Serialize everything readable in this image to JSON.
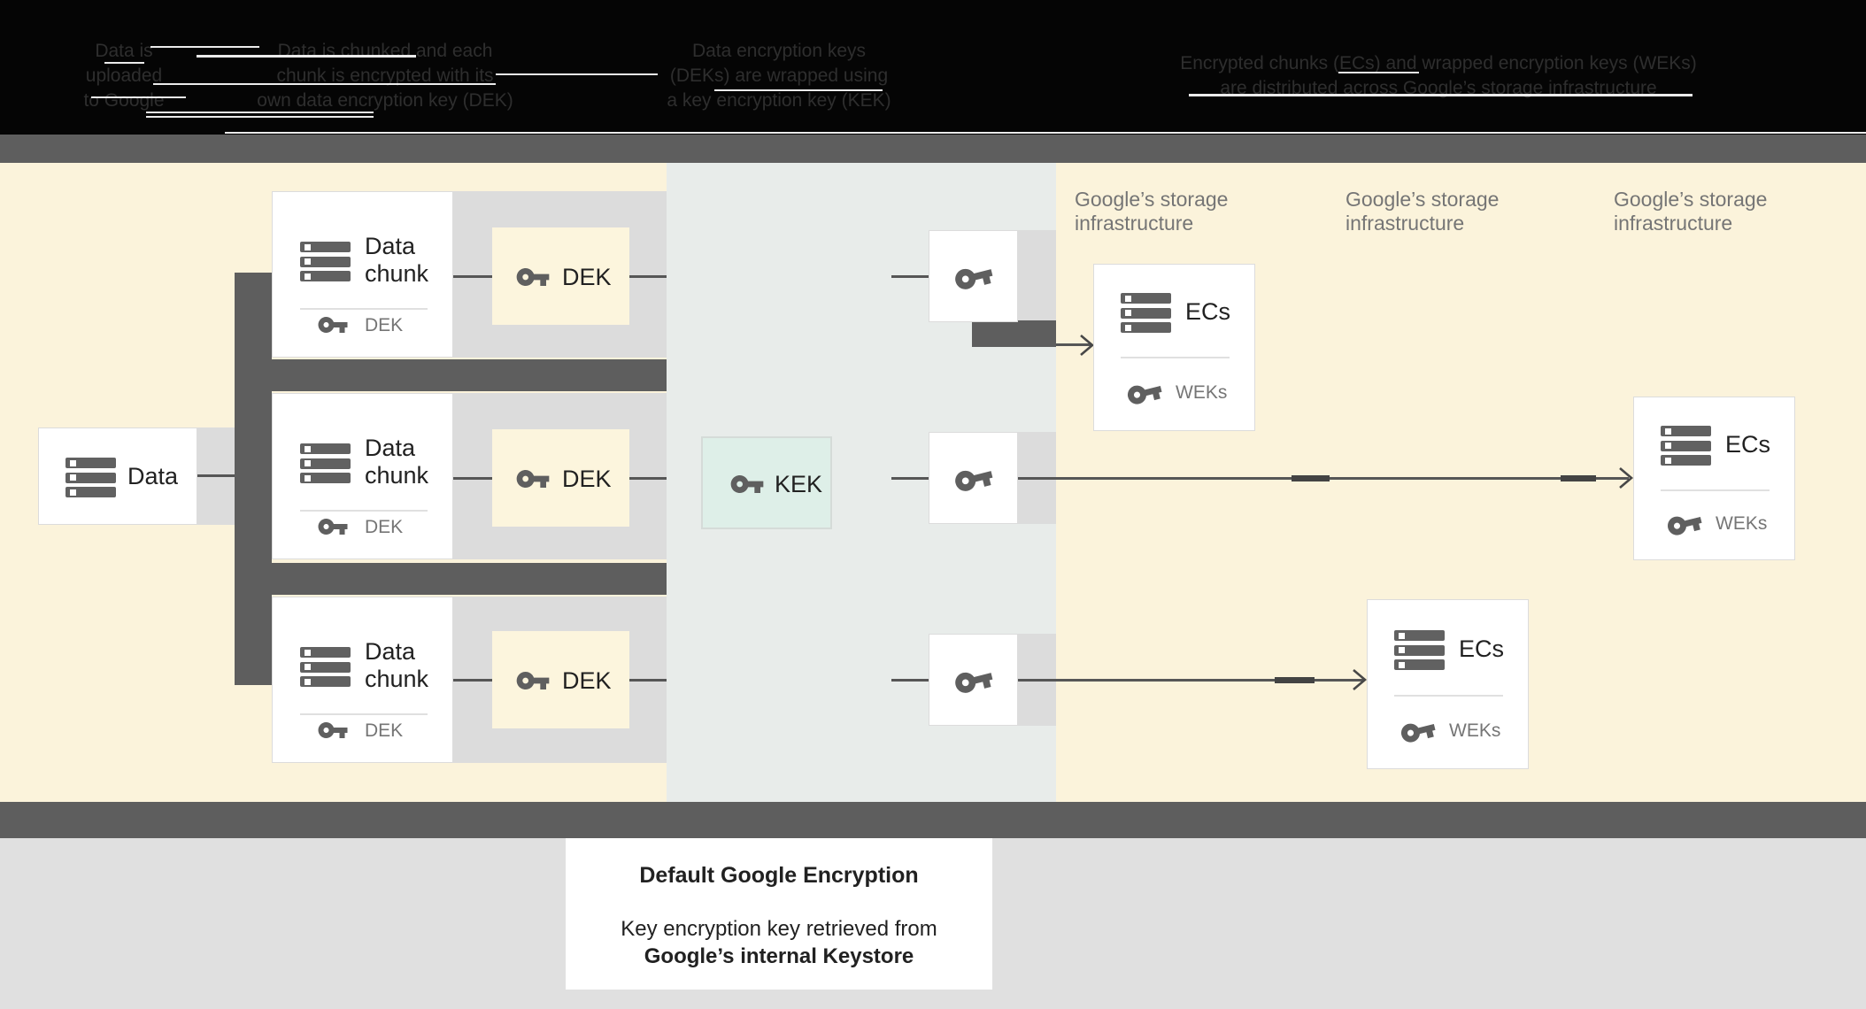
{
  "header": {
    "steps": [
      {
        "lines": [
          "Data is",
          "uploaded",
          "to Google"
        ]
      },
      {
        "lines": [
          "Data is chunked and each",
          "chunk is encrypted with its",
          "own data encryption key (DEK)"
        ]
      },
      {
        "lines": [
          "Data encryption keys",
          "(DEKs) are wrapped using",
          "a key encryption key (KEK)"
        ]
      },
      {
        "lines": [
          "Encrypted chunks (ECs) and wrapped encryption keys (WEKs)",
          "are distributed across Google’s storage infrastructure"
        ]
      }
    ]
  },
  "diagram": {
    "data_box": {
      "label": "Data"
    },
    "chunks": [
      {
        "title": "Data chunk",
        "key_label": "DEK"
      },
      {
        "title": "Data chunk",
        "key_label": "DEK"
      },
      {
        "title": "Data chunk",
        "key_label": "DEK"
      }
    ],
    "dek_boxes": [
      {
        "label": "DEK"
      },
      {
        "label": "DEK"
      },
      {
        "label": "DEK"
      }
    ],
    "kek_box": {
      "label": "KEK"
    },
    "storage_labels": [
      {
        "line1": "Google’s storage",
        "line2": "infrastructure"
      },
      {
        "line1": "Google’s storage",
        "line2": "infrastructure"
      },
      {
        "line1": "Google’s storage",
        "line2": "infrastructure"
      }
    ],
    "ec_boxes": [
      {
        "title": "ECs",
        "key_label": "WEKs"
      },
      {
        "title": "ECs",
        "key_label": "WEKs"
      },
      {
        "title": "ECs",
        "key_label": "WEKs"
      }
    ]
  },
  "caption": {
    "title": "Default Google Encryption",
    "line1": "Key encryption key retrieved from",
    "line2": "Google’s internal Keystore"
  },
  "colors": {
    "header_bg": "#050505",
    "band_gray": "#5e5e5e",
    "cream_bg": "#fbf3db",
    "middle_band": "#e8ecea",
    "strip_gray": "#dcdcdc",
    "dek_fill": "#fcf5dd",
    "kek_fill": "#deefe8",
    "icon_gray": "#616161",
    "text_dark": "#212121",
    "text_gray": "#757575",
    "footer_bg": "#e0e0e0"
  }
}
